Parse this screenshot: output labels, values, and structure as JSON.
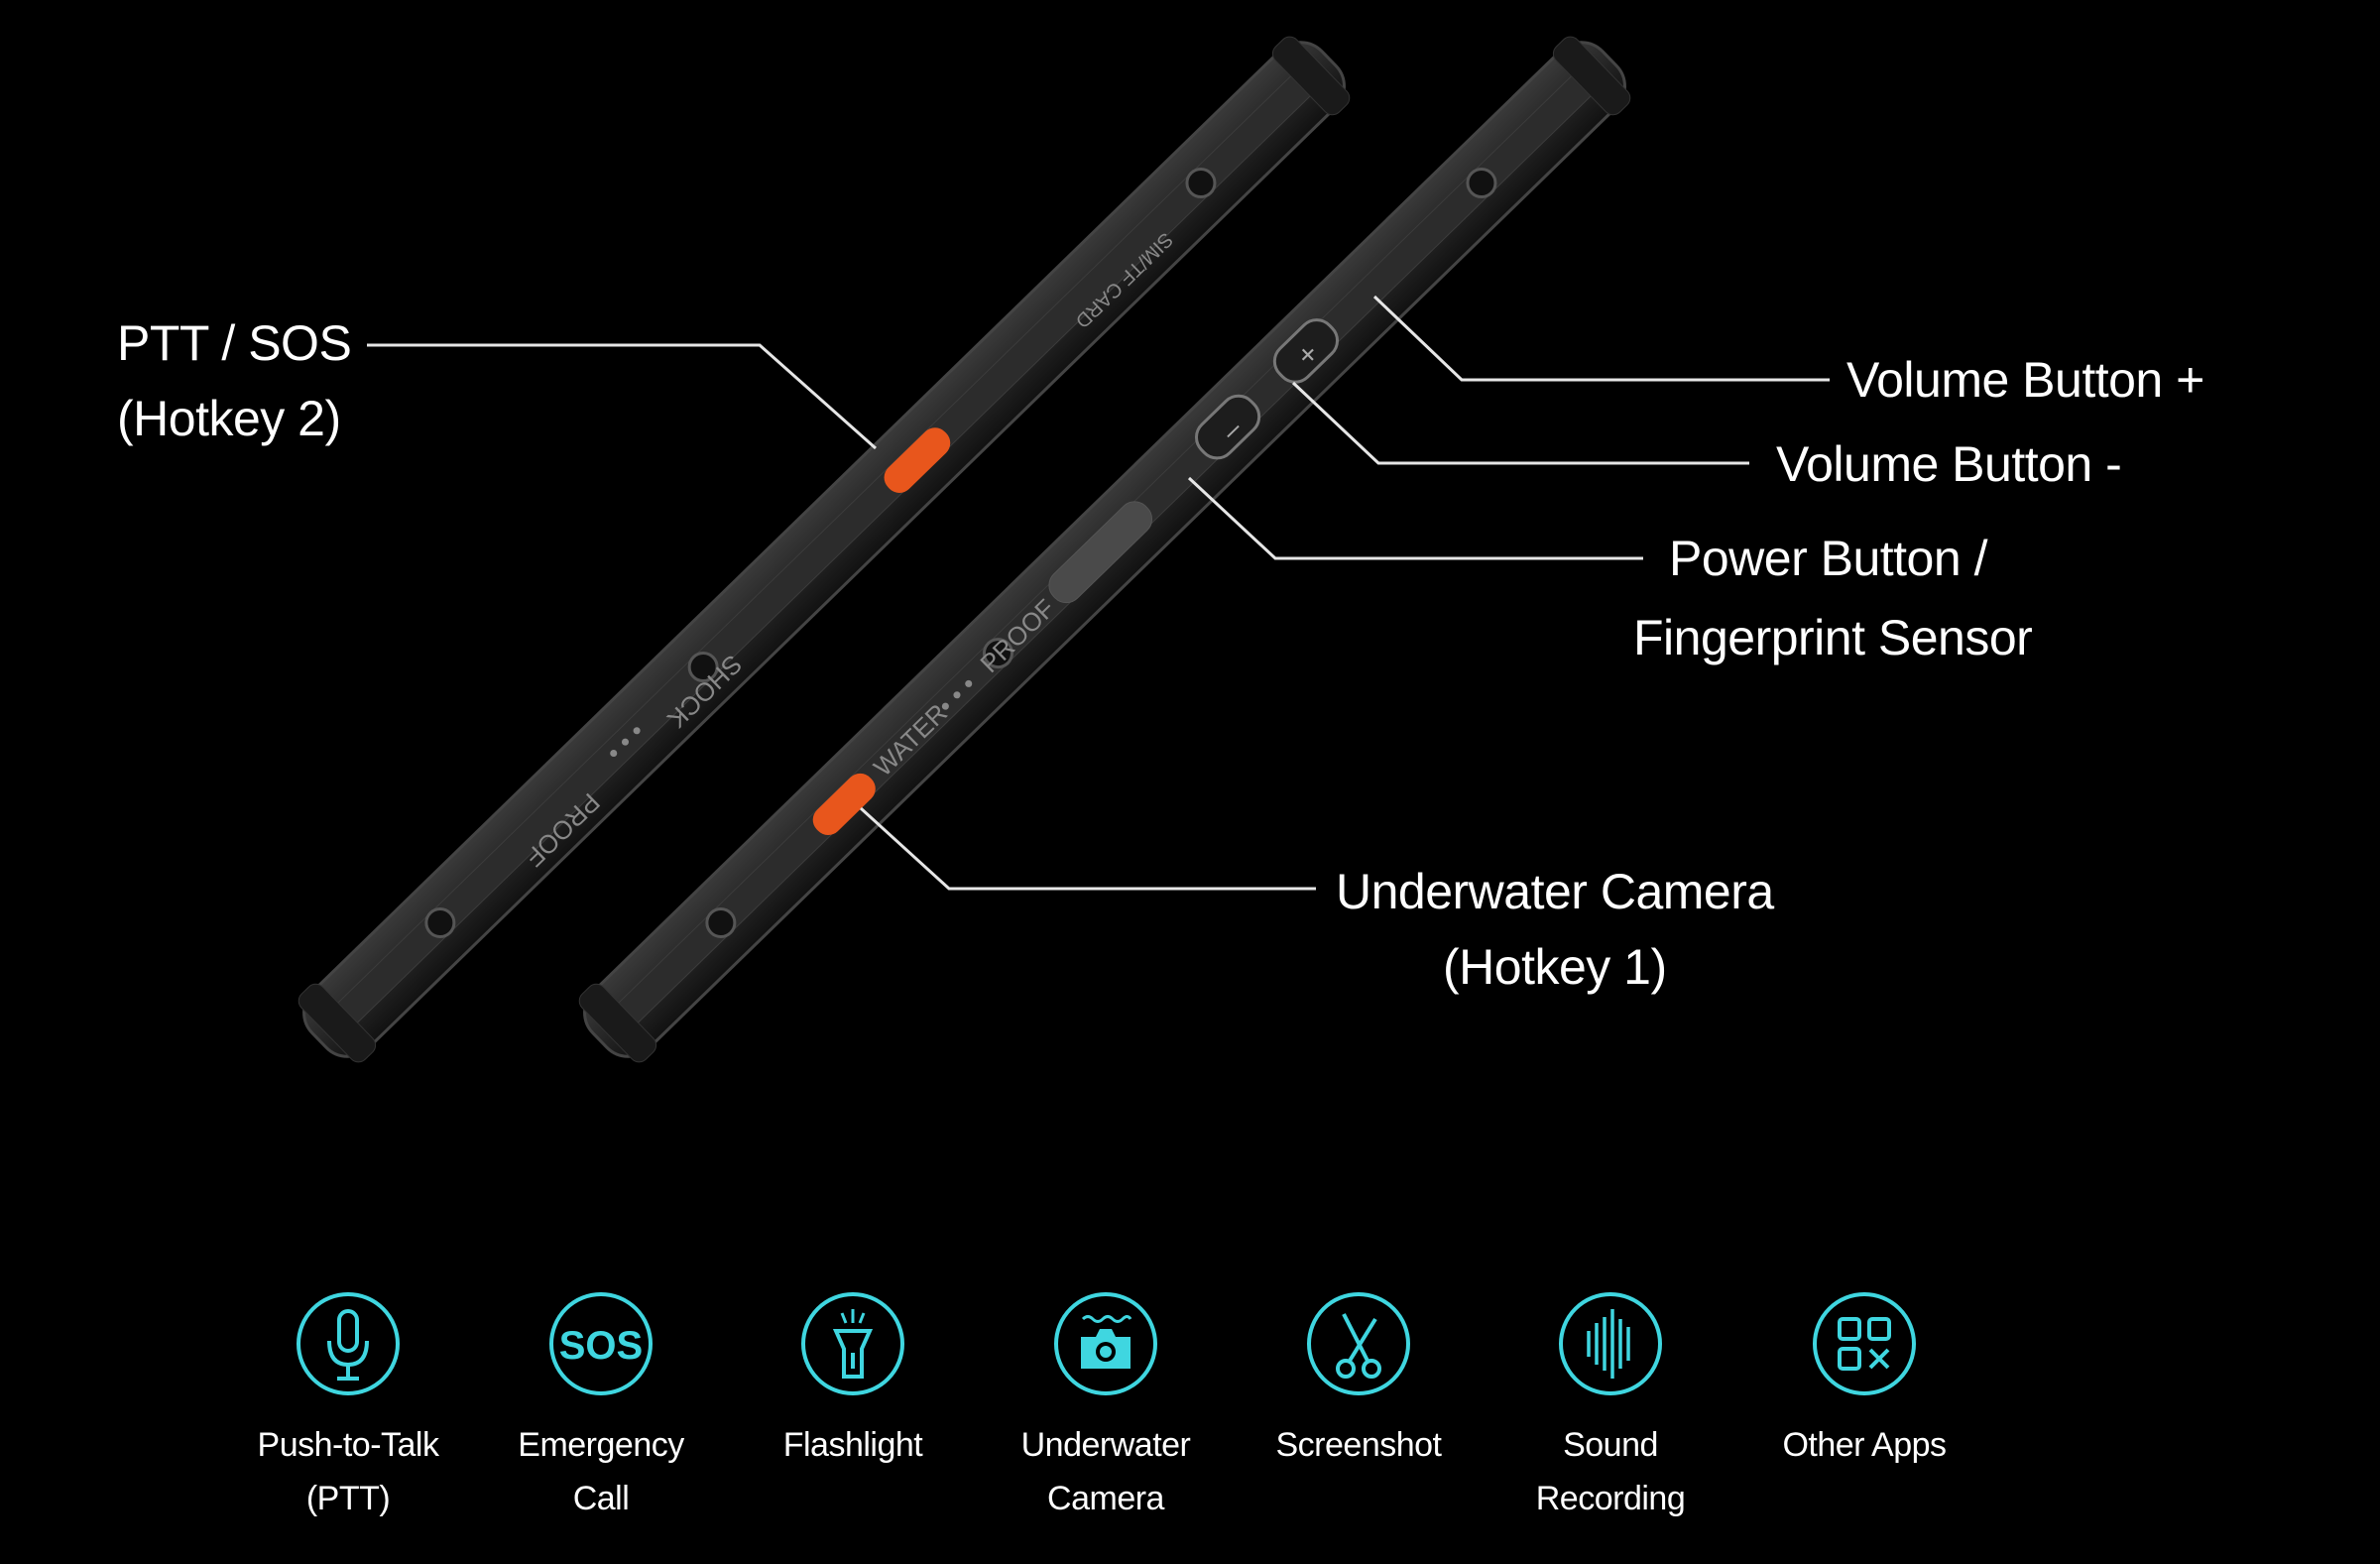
{
  "callouts": {
    "ptt_sos": {
      "line1": "PTT / SOS",
      "line2": "(Hotkey 2)"
    },
    "volume_up": {
      "label": "Volume Button +"
    },
    "volume_down": {
      "label": "Volume Button -"
    },
    "power": {
      "line1": "Power Button /",
      "line2": "Fingerprint Sensor"
    },
    "underwater": {
      "line1": "Underwater Camera",
      "line2": "(Hotkey 1)"
    }
  },
  "phone_markings": {
    "sim": "SIM/TF CARD",
    "shock": "SHOCK",
    "proof1": "PROOF",
    "water": "WATER",
    "proof2": "PROOF",
    "dots": "• • •"
  },
  "features": [
    {
      "icon": "microphone-icon",
      "line1": "Push-to-Talk",
      "line2": "(PTT)"
    },
    {
      "icon": "sos-icon",
      "line1": "Emergency",
      "line2": "Call"
    },
    {
      "icon": "flashlight-icon",
      "line1": "Flashlight",
      "line2": ""
    },
    {
      "icon": "underwater-camera-icon",
      "line1": "Underwater",
      "line2": "Camera"
    },
    {
      "icon": "scissors-icon",
      "line1": "Screenshot",
      "line2": ""
    },
    {
      "icon": "sound-wave-icon",
      "line1": "Sound",
      "line2": "Recording"
    },
    {
      "icon": "apps-grid-icon",
      "line1": "Other Apps",
      "line2": ""
    }
  ],
  "colors": {
    "accent": "#3fd6e0",
    "orange": "#e8561c",
    "background": "#000000"
  }
}
